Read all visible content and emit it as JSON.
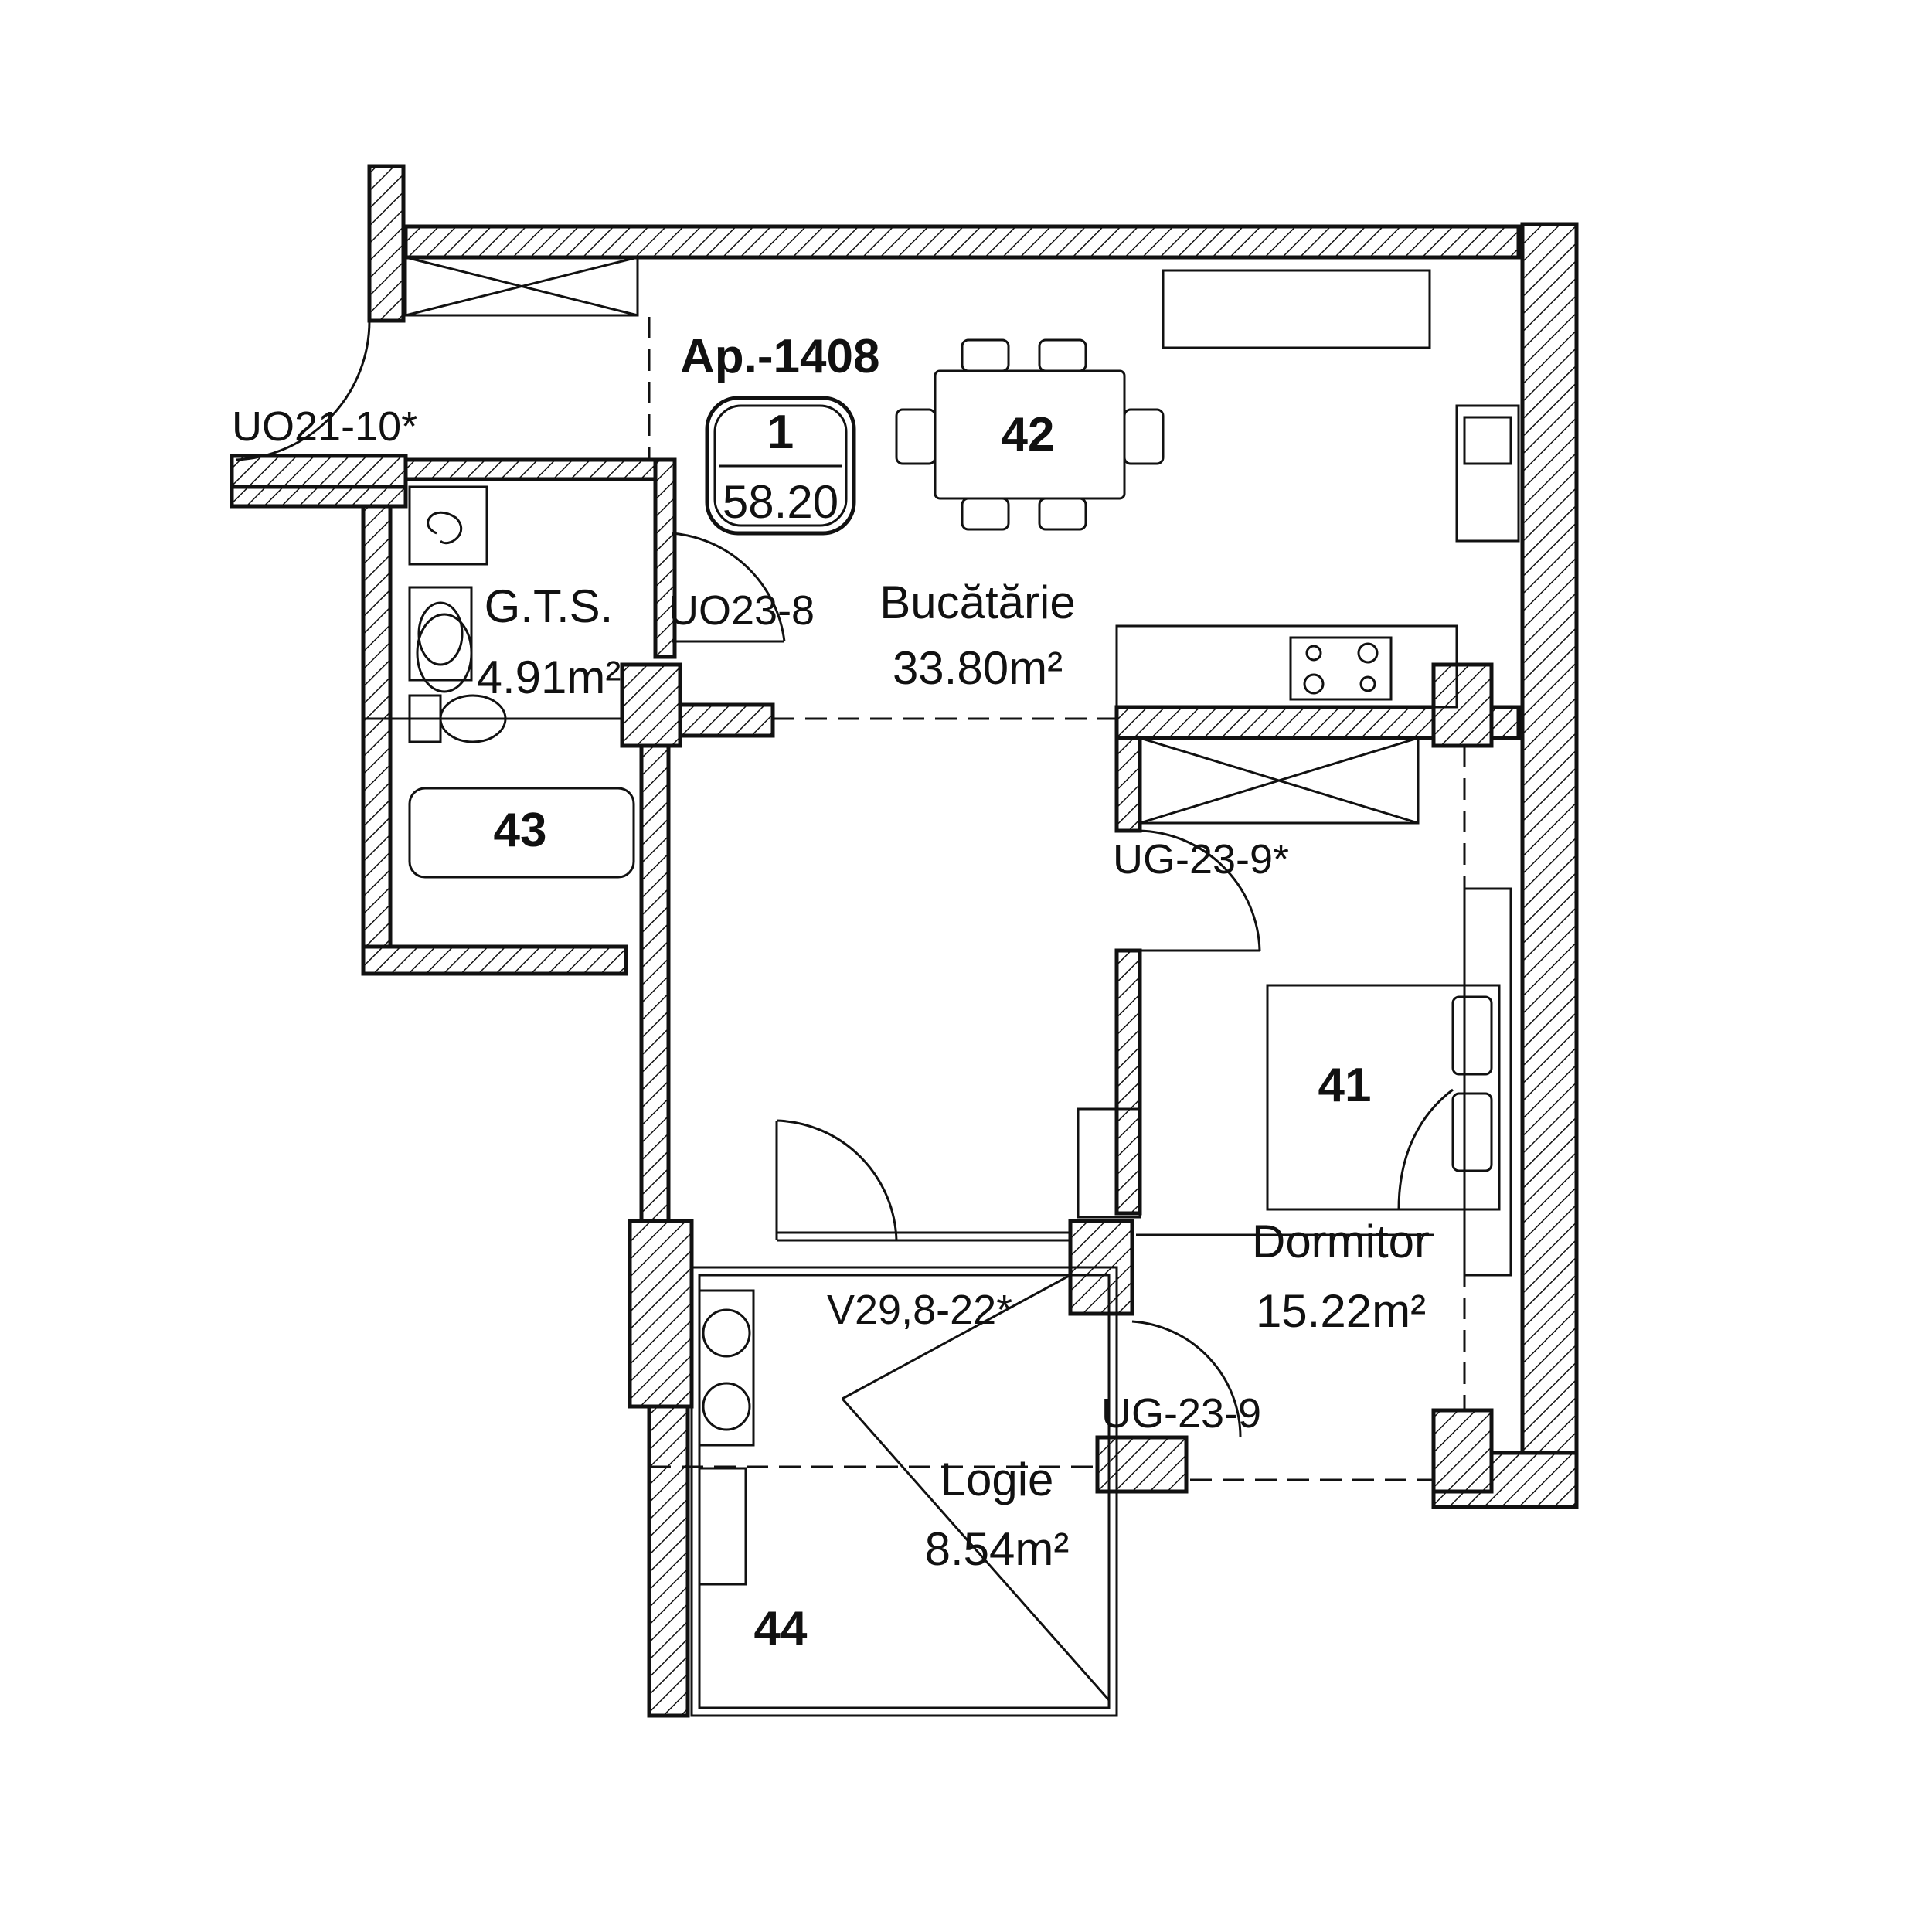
{
  "apartment": {
    "title": "Ap.-1408",
    "badge_number": "1",
    "badge_area": "58.20"
  },
  "rooms": {
    "bucatarie": {
      "number": "42",
      "name": "Bucătărie",
      "area": "33.80m²"
    },
    "gts": {
      "number": "43",
      "name": "G.T.S.",
      "area": "4.91m²"
    },
    "dormitor": {
      "number": "41",
      "name": "Dormitor",
      "area": "15.22m²"
    },
    "logie": {
      "number": "44",
      "name": "Logie",
      "area": "8.54m²"
    }
  },
  "door_tags": {
    "entry": "UO21-10*",
    "bath": "UO23-8",
    "bedroom": "UG-23-9*",
    "logia_door": "UG-23-9",
    "logia_window": "V29,8-22*"
  },
  "colors": {
    "line": "#111111",
    "background": "#ffffff"
  }
}
